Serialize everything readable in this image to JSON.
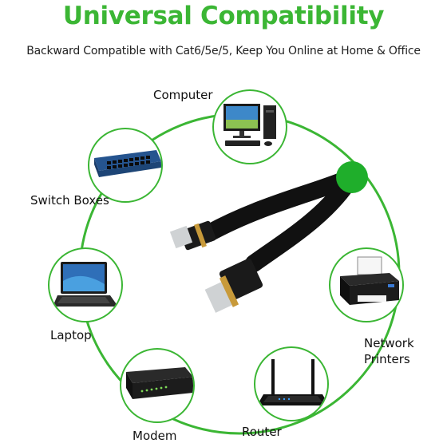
{
  "heading": "Universal Compatibility",
  "subheading": "Backward Compatible with Cat6/5e/5, Keep You Online at Home & Office",
  "accent_color": "#3bb634",
  "devices": [
    {
      "key": "computer",
      "label": "Computer",
      "icon": "desktop-computer-icon"
    },
    {
      "key": "switch",
      "label": "Switch Boxes",
      "icon": "network-switch-icon"
    },
    {
      "key": "laptop",
      "label": "Laptop",
      "icon": "laptop-icon"
    },
    {
      "key": "modem",
      "label": "Modem",
      "icon": "modem-icon"
    },
    {
      "key": "router",
      "label": "Router",
      "icon": "router-icon"
    },
    {
      "key": "printer",
      "label": "Network\nPrinters",
      "icon": "printer-icon"
    }
  ],
  "center_product": {
    "icon": "ethernet-cable-icon"
  }
}
